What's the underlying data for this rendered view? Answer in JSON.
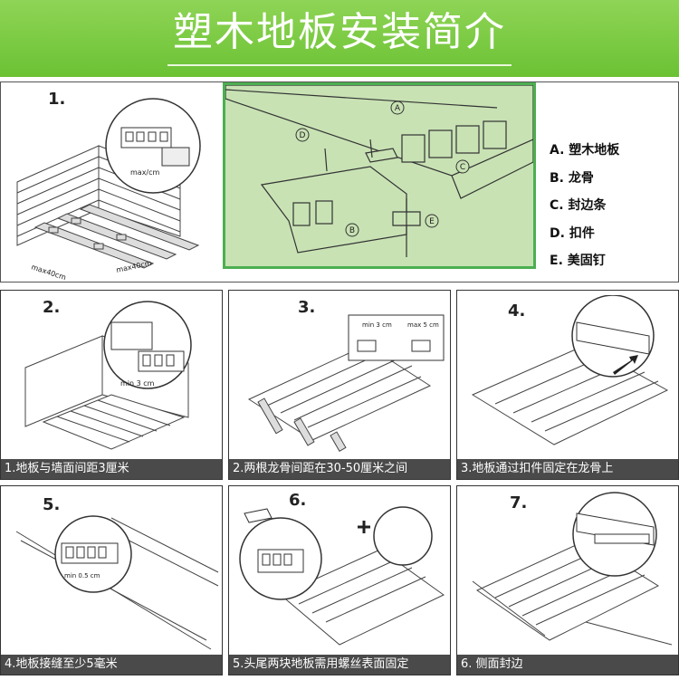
{
  "title": "塑木地板安装简介",
  "overview": {
    "step_number": "1.",
    "dim_label_1": "max40cm",
    "dim_label_2": "max40cm",
    "dim_label_inset": "max/cm"
  },
  "diagram_labels": [
    "A",
    "B",
    "C",
    "D",
    "E"
  ],
  "legend": [
    "A. 塑木地板",
    "B. 龙骨",
    "C. 封边条",
    "D. 扣件",
    "E. 美固钉"
  ],
  "steps": [
    {
      "number": "2.",
      "caption": "1.地板与墙面间距3厘米",
      "dim": "min 3 cm"
    },
    {
      "number": "3.",
      "caption": "2.两根龙骨间距在30-50厘米之间",
      "dim": "min 3 cm",
      "dim2": "max 5 cm"
    },
    {
      "number": "4.",
      "caption": "3.地板通过扣件固定在龙骨上"
    },
    {
      "number": "5.",
      "caption": "4.地板接缝至少5毫米",
      "dim": "min 0.5 cm"
    },
    {
      "number": "6.",
      "caption": "5.头尾两块地板需用螺丝表面固定"
    },
    {
      "number": "7.",
      "caption": "6. 侧面封边"
    }
  ],
  "colors": {
    "banner": "#78c83e",
    "diagram_bg": "#c8e2b4",
    "diagram_border": "#4caf50",
    "caption_bg": "#4a4a4a"
  }
}
